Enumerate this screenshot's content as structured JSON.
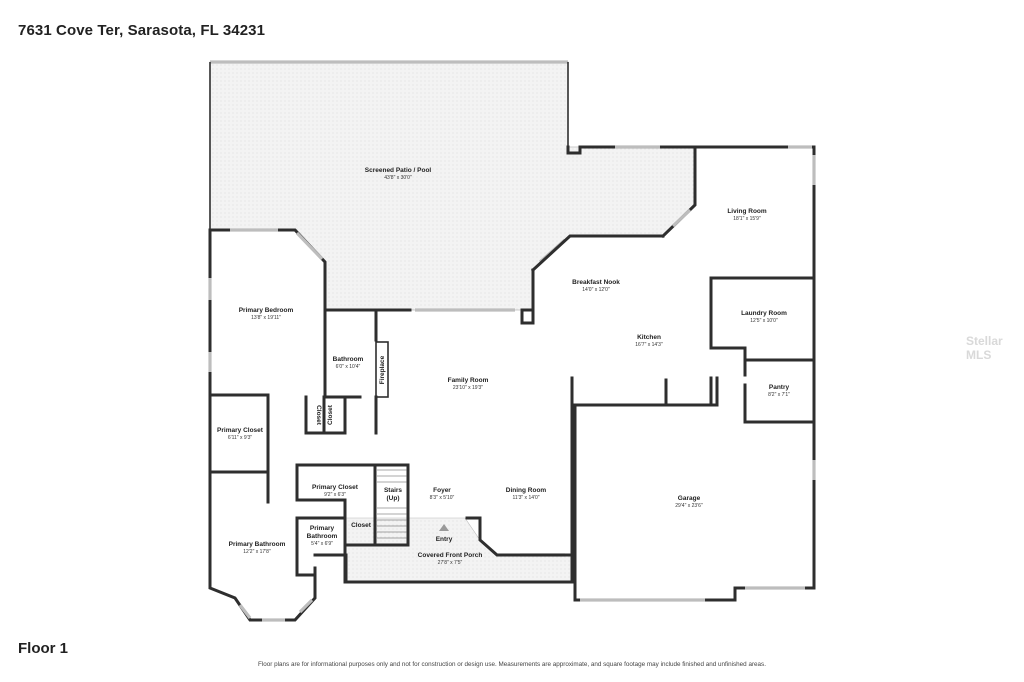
{
  "header": {
    "address": "7631 Cove Ter, Sarasota, FL 34231"
  },
  "floor_label": "Floor 1",
  "disclaimer": "Floor plans are for informational purposes only and not for construction or design use. Measurements are approximate, and square footage may include finished and unfinished areas.",
  "watermark": "Stellar MLS",
  "rooms": {
    "patio": {
      "name": "Screened Patio / Pool",
      "dims": "43'8\" x 30'0\""
    },
    "living": {
      "name": "Living Room",
      "dims": "18'1\" x 15'9\""
    },
    "nook": {
      "name": "Breakfast Nook",
      "dims": "14'0\" x 12'0\""
    },
    "laundry": {
      "name": "Laundry Room",
      "dims": "12'5\" x 10'0\""
    },
    "kitchen": {
      "name": "Kitchen",
      "dims": "16'7\" x 14'3\""
    },
    "pantry": {
      "name": "Pantry",
      "dims": "8'2\" x 7'1\""
    },
    "primary_bedroom": {
      "name": "Primary Bedroom",
      "dims": "13'8\" x 19'11\""
    },
    "bathroom": {
      "name": "Bathroom",
      "dims": "6'0\" x 10'4\""
    },
    "fireplace": {
      "name": "Fireplace"
    },
    "family": {
      "name": "Family Room",
      "dims": "23'10\" x 19'3\""
    },
    "closet_a": {
      "name": "Closet"
    },
    "closet_b": {
      "name": "Closet"
    },
    "primary_closet_1": {
      "name": "Primary Closet",
      "dims": "6'11\" x 9'3\""
    },
    "primary_closet_2": {
      "name": "Primary Closet",
      "dims": "9'2\" x 6'3\""
    },
    "stairs": {
      "name_1": "Stairs",
      "name_2": "(Up)"
    },
    "foyer": {
      "name": "Foyer",
      "dims": "8'3\" x 5'10\""
    },
    "dining": {
      "name": "Dining Room",
      "dims": "11'3\" x 14'0\""
    },
    "garage": {
      "name": "Garage",
      "dims": "29'4\" x 23'6\""
    },
    "closet_c": {
      "name": "Closet"
    },
    "primary_bathroom_small": {
      "name_1": "Primary",
      "name_2": "Bathroom",
      "dims": "5'4\" x 6'9\""
    },
    "primary_bathroom": {
      "name": "Primary Bathroom",
      "dims": "12'2\" x 17'8\""
    },
    "entry": {
      "name": "Entry"
    },
    "porch": {
      "name": "Covered Front Porch",
      "dims": "27'8\" x 7'5\""
    }
  },
  "colors": {
    "wall": "#2e2e2e",
    "window": "#bdbdbd",
    "patio_fill": "#f1f1f1",
    "background": "#ffffff"
  }
}
